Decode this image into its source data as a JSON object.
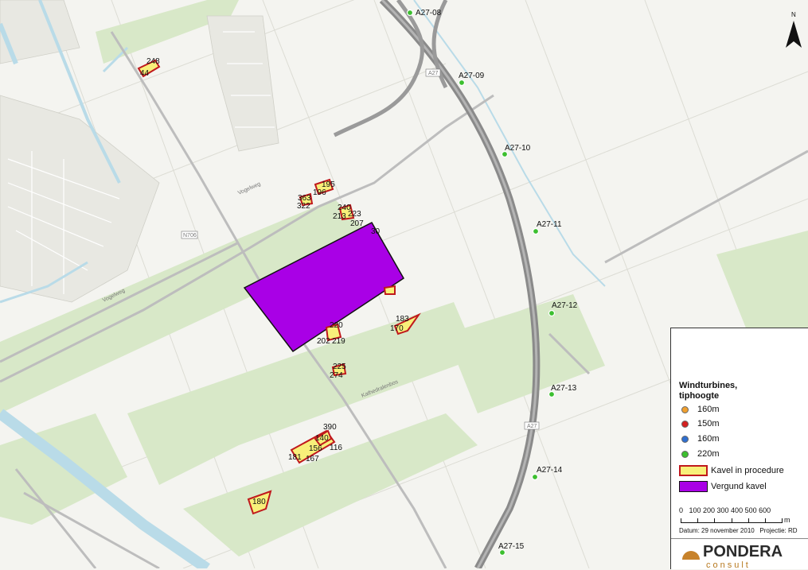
{
  "map": {
    "turbines": [
      {
        "label": "A27-08",
        "color": "#3cbf2f"
      },
      {
        "label": "A27-09",
        "color": "#3cbf2f"
      },
      {
        "label": "A27-10",
        "color": "#3cbf2f"
      },
      {
        "label": "A27-11",
        "color": "#3cbf2f"
      },
      {
        "label": "A27-12",
        "color": "#3cbf2f"
      },
      {
        "label": "A27-13",
        "color": "#3cbf2f"
      },
      {
        "label": "A27-14",
        "color": "#3cbf2f"
      },
      {
        "label": "A27-15",
        "color": "#3cbf2f"
      }
    ],
    "road_labels": {
      "a27_top": "A27",
      "a27_bottom": "A27",
      "n706": "N706",
      "vogelweg": "Vogelweg",
      "vogelweg2": "Vogelweg",
      "kathedralenbos": "Kathedralenbos"
    },
    "parcel_labels": [
      "248",
      "44",
      "363",
      "322",
      "195",
      "196",
      "240",
      "213",
      "223",
      "207",
      "30",
      "183",
      "170",
      "220",
      "202",
      "219",
      "225",
      "274",
      "390",
      "140",
      "156",
      "116",
      "167",
      "181",
      "180"
    ],
    "north_symbol": "N",
    "colors": {
      "kavel_fill": "#f8f07a",
      "kavel_stroke": "#c0191d",
      "vergund_fill": "#a900e6",
      "turbine_green": "#3cbf2f",
      "turbine_orange": "#f0a030",
      "turbine_red": "#d42020",
      "turbine_blue": "#2f6fd0",
      "highway": "#8a8a8a",
      "water": "#b9dbe8",
      "green_area": "#d8e8c8"
    }
  },
  "legend": {
    "title_line1": "Windturbines,",
    "title_line2": "tiphoogte",
    "items": [
      {
        "label": "160m",
        "color": "#f0a030"
      },
      {
        "label": "150m",
        "color": "#d42020"
      },
      {
        "label": "160m",
        "color": "#2f6fd0"
      },
      {
        "label": "220m",
        "color": "#3cbf2f"
      }
    ],
    "kavel_label": "Kavel in procedure",
    "vergund_label": "Vergund kavel",
    "scale_ticks": "0   100 200 300 400 500 600",
    "scale_unit": "m",
    "datum": "Datum: 29 november 2010   Projectie: RD",
    "logo_main": "PONDERA",
    "logo_sub": "consult"
  }
}
